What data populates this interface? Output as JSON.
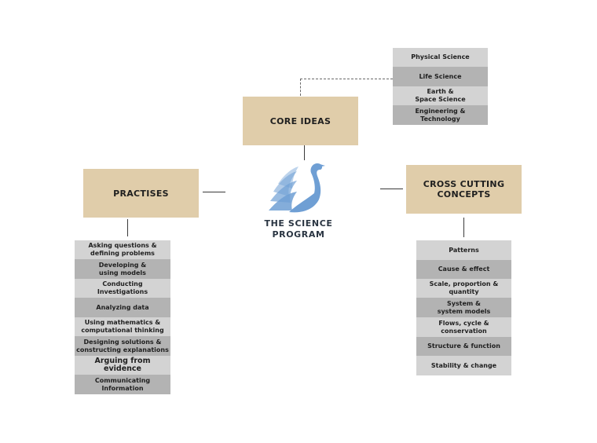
{
  "core_ideas": {
    "label": "CORE IDEAS",
    "items": [
      "Physical Science",
      "Life Science",
      "Earth &\nSpace Science",
      "Engineering &\nTechnology"
    ]
  },
  "practises": {
    "label": "PRACTISES",
    "items": [
      "Asking questions &\ndefining problems",
      "Developing &\nusing models",
      "Conducting\nInvestigations",
      "Analyzing data",
      "Using mathematics &\ncomputational thinking",
      "Designing solutions &\nconstructing explanations",
      "Arguing from evidence",
      "Communicating\nInformation"
    ]
  },
  "cross_cutting": {
    "label": "CROSS CUTTING\nCONCEPTS",
    "items": [
      "Patterns",
      "Cause & effect",
      "Scale, proportion &\nquantity",
      "System &\nsystem models",
      "Flows, cycle &\nconservation",
      "Structure & function",
      "Stability & change"
    ]
  },
  "logo": {
    "name": "swan-icon",
    "text": "THE SCIENCE\nPROGRAM",
    "colors": {
      "swan": "#6f9fd4",
      "text": "#2a3542"
    }
  },
  "colors": {
    "main_box": "#e0cdaa",
    "item_light": "#d3d3d3",
    "item_dark": "#b3b3b3"
  }
}
